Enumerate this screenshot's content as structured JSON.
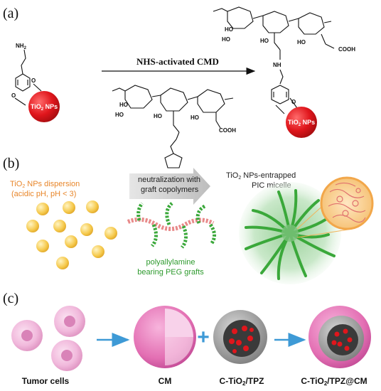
{
  "panels": {
    "a": {
      "label": "(a)",
      "reaction_label": "NHS-activated CMD",
      "amine_label": "NH2",
      "np_label": "TiO2 NPs",
      "amide_label": "NH",
      "cooh_label": "COOH",
      "oh_label": "HO",
      "o_label": "O"
    },
    "b": {
      "label": "(b)",
      "dispersion_line1": "TiO2 NPs dispersion",
      "dispersion_line2": "(acidic pH, pH < 3)",
      "process_line1": "neutralization with",
      "process_line2": "graft copolymers",
      "micelle_line1": "TiO2 NPs-entrapped",
      "micelle_line2": "PIC micelle",
      "polymer_line1": "polyallylamine",
      "polymer_line2": "bearing PEG grafts"
    },
    "c": {
      "label": "(c)",
      "tumor_label": "Tumor cells",
      "cm_label": "CM",
      "ctio2_label": "C-TiO2/TPZ",
      "final_label": "C-TiO2/TPZ@CM",
      "plus_label": "+"
    }
  },
  "colors": {
    "red_np": "#e0161c",
    "orange_text": "#e8862a",
    "green": "#3aa83a",
    "pink_chain": "#e88a8a",
    "arrow_blue": "#3e9ad6",
    "membrane_pink": "#e36fb3",
    "gray_arrow": "#c8c8c8"
  }
}
